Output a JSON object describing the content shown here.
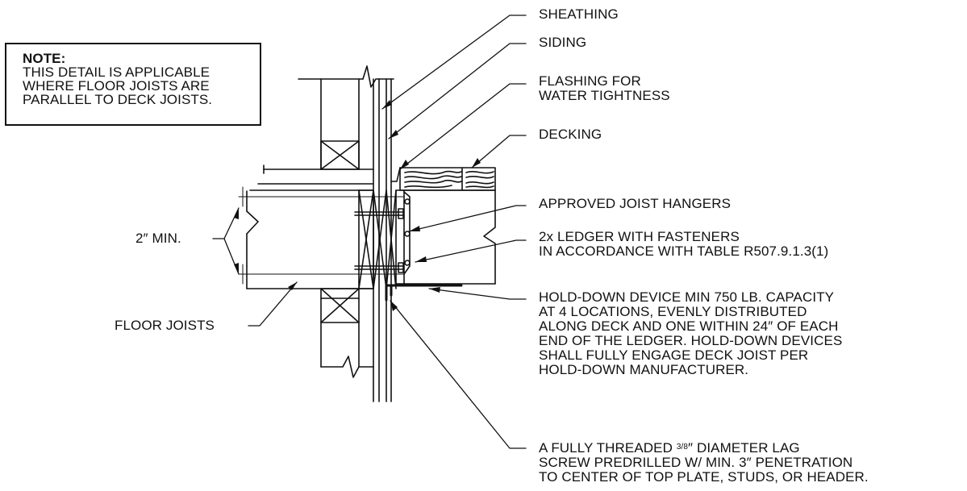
{
  "note": {
    "title": "NOTE:",
    "lines": [
      "THIS DETAIL IS APPLICABLE",
      "WHERE FLOOR JOISTS ARE",
      "PARALLEL TO DECK JOISTS."
    ]
  },
  "labels": {
    "sheathing": "SHEATHING",
    "siding": "SIDING",
    "flashing": [
      "FLASHING FOR",
      "WATER TIGHTNESS"
    ],
    "decking": "DECKING",
    "joist_hangers": "APPROVED JOIST HANGERS",
    "ledger": [
      "2x LEDGER WITH FASTENERS",
      "IN ACCORDANCE WITH TABLE R507.9.1.3(1)"
    ],
    "hold_down": [
      "HOLD-DOWN DEVICE MIN 750 LB. CAPACITY",
      "AT 4 LOCATIONS, EVENLY DISTRIBUTED",
      "ALONG DECK AND ONE WITHIN 24″ OF EACH",
      "END OF THE LEDGER. HOLD-DOWN DEVICES",
      "SHALL FULLY ENGAGE DECK JOIST PER",
      "HOLD-DOWN MANUFACTURER."
    ],
    "lag_screw": {
      "line1_prefix": "A FULLY THREADED ",
      "fraction": "3/8",
      "line1_suffix": "″ DIAMETER LAG",
      "line2": "SCREW PREDRILLED W/ MIN. 3″ PENETRATION",
      "line3": "TO CENTER OF TOP PLATE, STUDS, OR HEADER."
    },
    "min_dim": "2″ MIN.",
    "floor_joists": "FLOOR JOISTS"
  }
}
